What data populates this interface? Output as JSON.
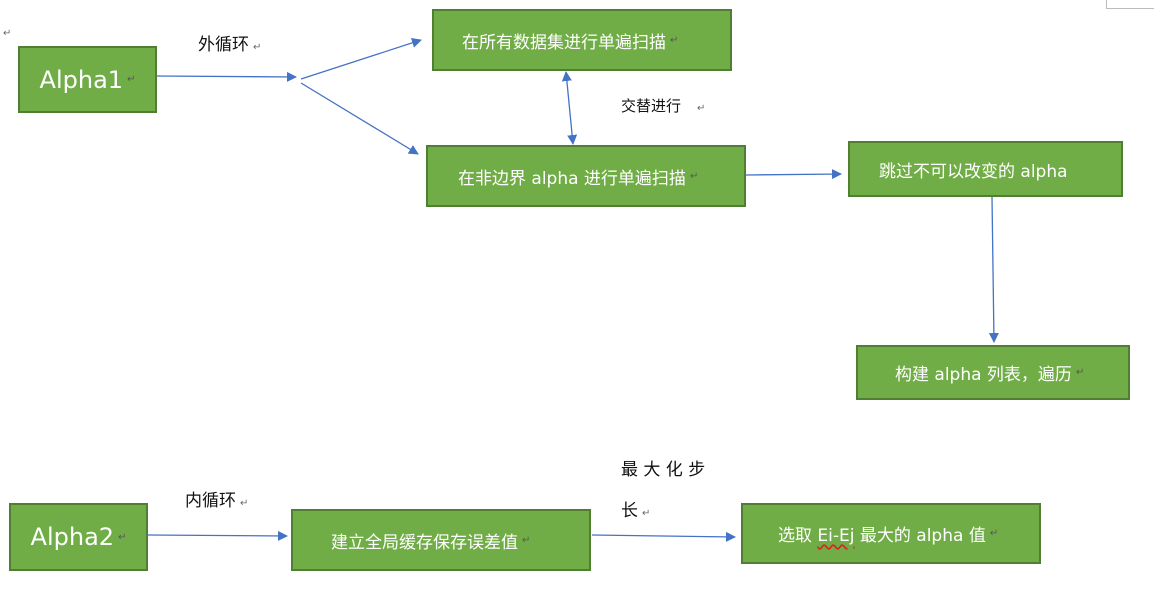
{
  "paragraph_mark": "↵",
  "nodes": {
    "alpha1": "Alpha1",
    "scan_all": "在所有数据集进行单遍扫描",
    "scan_non_bound": "在非边界 alpha 进行单遍扫描",
    "skip": "跳过不可以改变的 alpha",
    "build_list": "构建 alpha 列表，遍历",
    "alpha2": "Alpha2",
    "cache": "建立全局缓存保存误差值",
    "select_prefix": "选取 ",
    "select_ei": "Ei-Ej",
    "select_suffix": " 最大的 alpha 值"
  },
  "labels": {
    "outer_loop": "外循环",
    "alternate": "交替进行",
    "inner_loop": "内循环",
    "max_step_line1": "最 大 化 步",
    "max_step_line2": "长"
  },
  "colors": {
    "box_fill": "#70ad47",
    "box_border": "#507e32",
    "arrow": "#4472c4"
  }
}
